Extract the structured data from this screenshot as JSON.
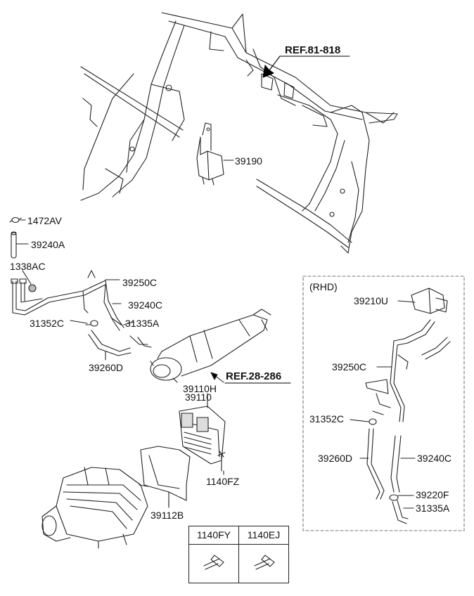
{
  "labels": {
    "ref_81_818": "REF.81-818",
    "p39190": "39190",
    "p1472AV": "1472AV",
    "p39240A": "39240A",
    "p1338AC": "1338AC",
    "p39250C": "39250C",
    "p39240C": "39240C",
    "p31352C": "31352C",
    "p31335A": "31335A",
    "p39260D": "39260D",
    "ref_28_286": "REF.28-286",
    "p39110H": "39110H",
    "p39110": "39110",
    "p1140FZ": "1140FZ",
    "p39112B": "39112B"
  },
  "rhd": {
    "title": "(RHD)",
    "p39210U": "39210U",
    "p39250C": "39250C",
    "p31352C": "31352C",
    "p39260D": "39260D",
    "p39240C": "39240C",
    "p39220F": "39220F",
    "p31335A": "31335A"
  },
  "fastener_table": {
    "col1": "1140FY",
    "col2": "1140EJ"
  }
}
